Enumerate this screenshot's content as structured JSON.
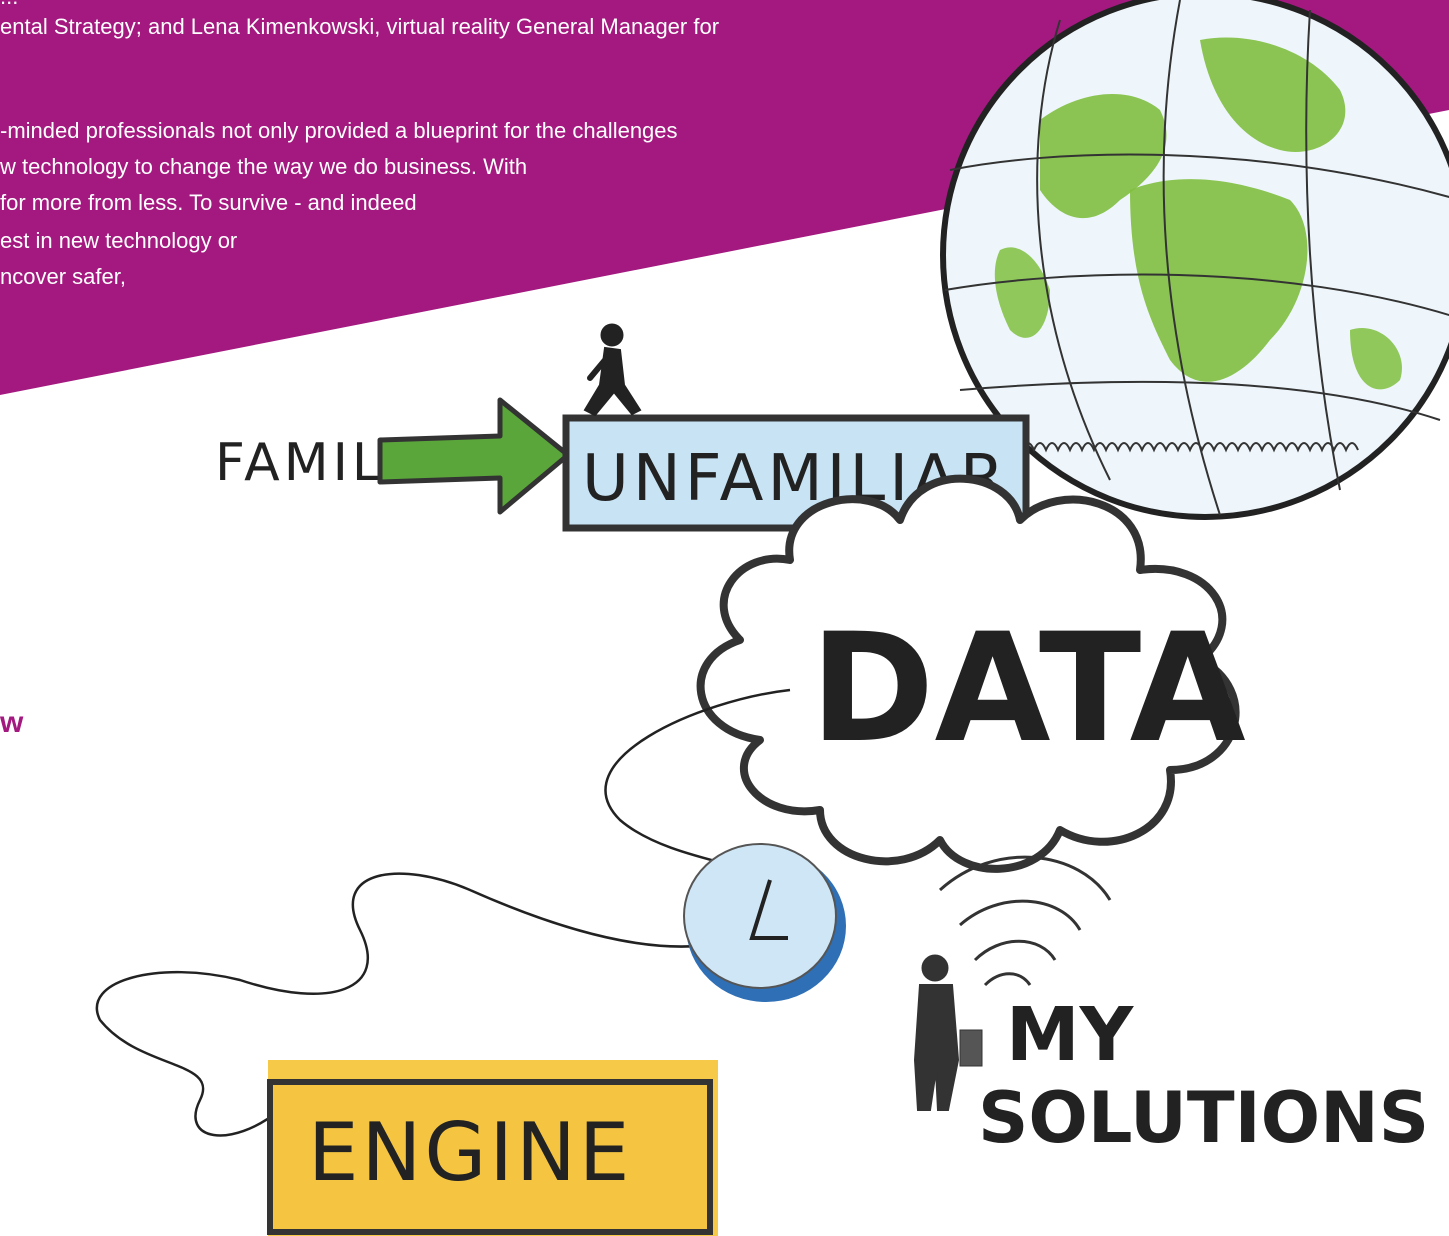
{
  "banner": {
    "lines": [
      "...",
      "ental Strategy; and Lena Kimenkowski, virtual reality General Manager for",
      "-minded professionals not only provided a blueprint for the challenges",
      "w technology to change the way we do business. With",
      "for more from less. To survive - and indeed",
      "est in new technology or",
      "ncover safer,"
    ],
    "color": "#a3197f"
  },
  "side_text": "w",
  "sketch": {
    "familiar": "FAMILIAR",
    "unfamiliar": "UNFAMILIAR",
    "data": "DATA",
    "engine": "ENGINE",
    "my": "MY",
    "solutions": "SOLUTIONS"
  }
}
